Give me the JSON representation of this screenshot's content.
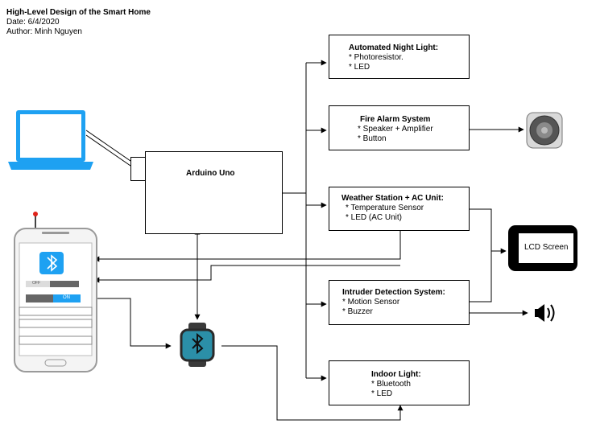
{
  "header": {
    "title": "High-Level Design of the Smart Home",
    "date": "Date: 6/4/2020",
    "author": "Author: Minh Nguyen"
  },
  "arduino": {
    "title": "Arduino Uno"
  },
  "boxes": {
    "night_light": {
      "title": "Automated Night Light:",
      "items": [
        "* Photoresistor.",
        "* LED"
      ]
    },
    "fire_alarm": {
      "title": "Fire Alarm System",
      "items": [
        "* Speaker + Amplifier",
        "* Button"
      ]
    },
    "weather": {
      "title": "Weather Station + AC Unit:",
      "items": [
        "* Temperature Sensor",
        "* LED (AC Unit)"
      ]
    },
    "intruder": {
      "title": "Intruder Detection System:",
      "items": [
        "* Motion Sensor",
        "* Buzzer"
      ]
    },
    "indoor": {
      "title": "Indoor Light:",
      "items": [
        "* Bluetooth",
        "* LED"
      ]
    }
  },
  "lcd": {
    "label": "LCD Screen"
  },
  "phone": {
    "toggle_off": "OFF",
    "toggle_on": "ON"
  },
  "colors": {
    "accent": "#1da1f2",
    "bluetooth_teal": "#2b8fa8",
    "arduino_teal": "#00979c"
  },
  "icons": [
    "laptop-icon",
    "phone-icon",
    "bluetooth-icon",
    "smartwatch-icon",
    "speaker-icon",
    "buzzer-icon",
    "arduino-logo-icon",
    "lcd-screen-icon"
  ]
}
